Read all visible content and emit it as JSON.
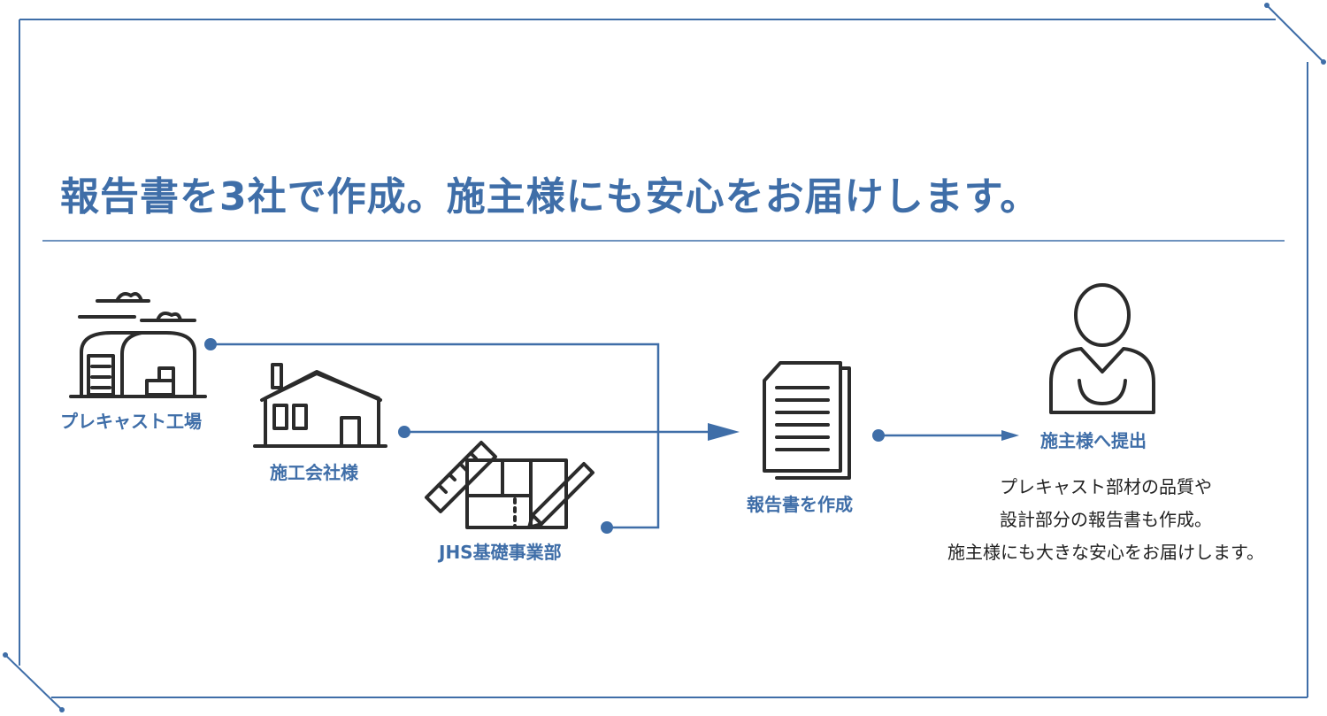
{
  "title": "報告書を3社で作成。施主様にも安心をお届けします。",
  "sources": {
    "factory": "プレキャスト工場",
    "contractor": "施工会社様",
    "jhs": "JHS基礎事業部"
  },
  "report": "報告書を作成",
  "client": "施主様へ提出",
  "description": [
    "プレキャスト部材の品質や",
    "設計部分の報告書も作成。",
    "施主様にも大きな安心をお届けします。"
  ],
  "colors": {
    "accent": "#3f6ea8",
    "icon": "#2b2b2b",
    "text": "#222222"
  }
}
